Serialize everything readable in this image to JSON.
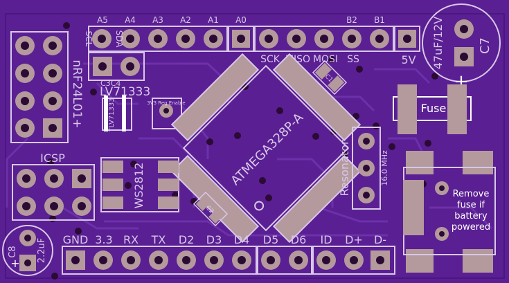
{
  "colors": {
    "board": "#5a1f93",
    "board_dark": "#4a1780",
    "trace": "#6f33ad",
    "silk": "#d8c8e8",
    "copper": "#b49a9c",
    "hole": "#2b0b34",
    "white": "#ffffff"
  },
  "top_header": {
    "labels": [
      "SCL",
      "SDA",
      "A5",
      "A4",
      "A3",
      "A2",
      "A1",
      "A0",
      "B2",
      "B1"
    ],
    "spi_labels": [
      "SCK",
      "MISO",
      "MOSI",
      "SS"
    ],
    "power_label": "5V"
  },
  "radio": {
    "label": "nRF24L01+"
  },
  "regulator": {
    "label": "LV71333",
    "sub_label": "TLV71333",
    "cap_label": "C3C4",
    "enable_label": "3V3 Reg\nEnable"
  },
  "cap_c7": {
    "label": "C7",
    "value": "47uF/12V",
    "polarity": "+"
  },
  "fuse": {
    "label": "Fuse"
  },
  "note": {
    "lines": [
      "Remove",
      "fuse if",
      "battery",
      "powered"
    ]
  },
  "mcu": {
    "label": "ATMEGA328P-A"
  },
  "crystal": {
    "label": "Resonator",
    "freq": "16.0 MHz"
  },
  "small_caps": {
    "c1": "C1",
    "c2": "C2"
  },
  "icsp": {
    "label": "ICSP"
  },
  "led": {
    "label": "WS2812"
  },
  "cap_c8": {
    "label": "C8",
    "value": "2.2uF",
    "polarity": "+"
  },
  "bottom_header": {
    "labels": [
      "GND",
      "3.3",
      "RX",
      "TX",
      "D2",
      "D3",
      "D4",
      "D5",
      "D6",
      "ID",
      "D+",
      "D-"
    ]
  }
}
